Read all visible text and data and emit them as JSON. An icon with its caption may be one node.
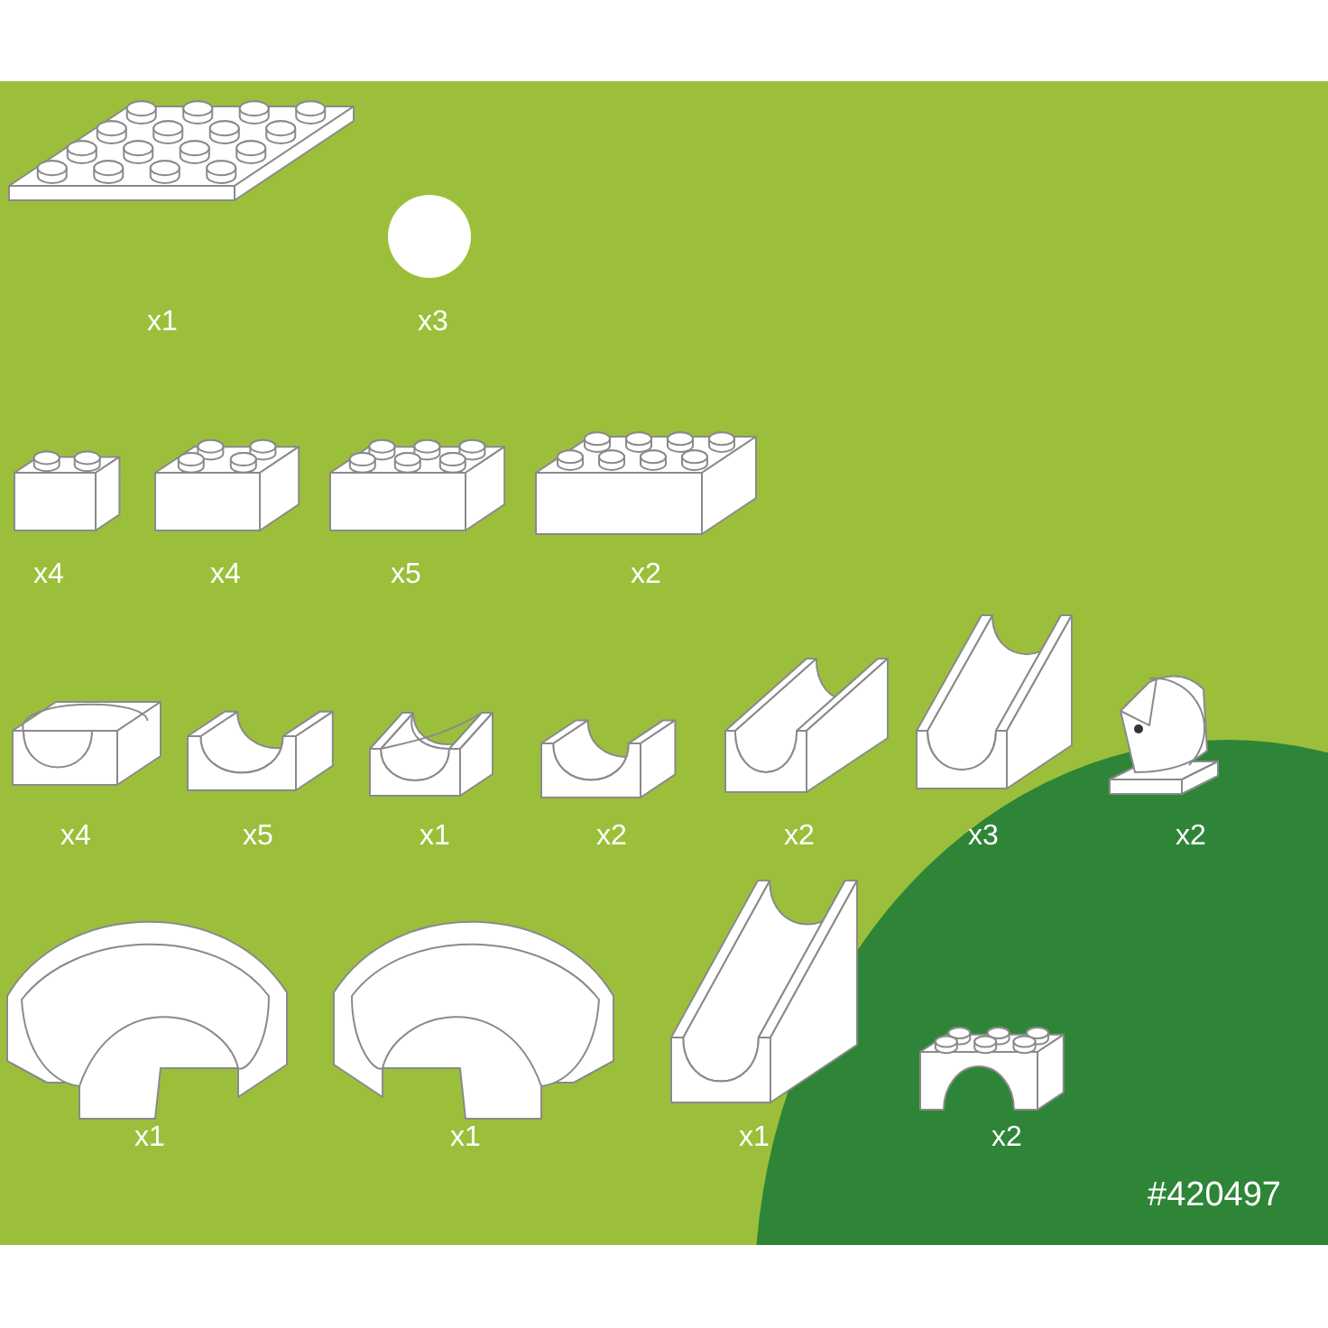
{
  "diagram": {
    "labels": [
      "x1",
      "x3",
      "x4",
      "x4",
      "x5",
      "x2",
      "x4",
      "x5",
      "x1",
      "x2",
      "x2",
      "x3",
      "x2",
      "x1",
      "x1",
      "x1",
      "x2",
      "#420497"
    ]
  }
}
